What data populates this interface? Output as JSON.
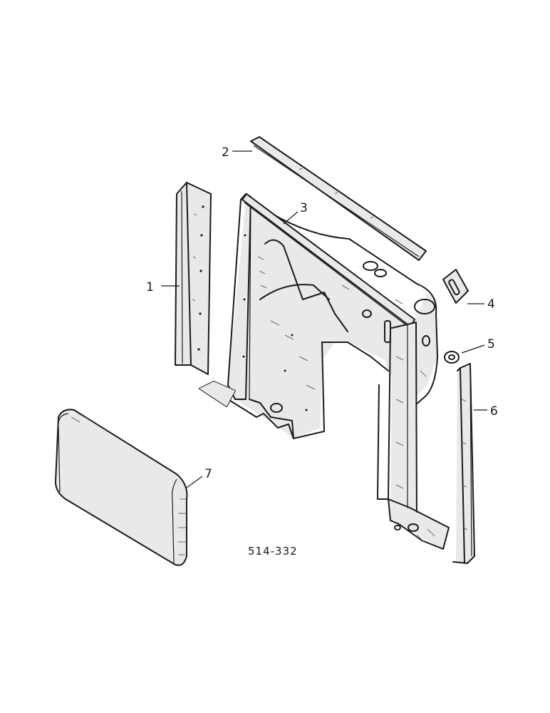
{
  "figure": {
    "reference": "514-332",
    "callouts": [
      {
        "id": "1",
        "label": "1"
      },
      {
        "id": "2",
        "label": "2"
      },
      {
        "id": "3",
        "label": "3"
      },
      {
        "id": "4",
        "label": "4"
      },
      {
        "id": "5",
        "label": "5"
      },
      {
        "id": "6",
        "label": "6"
      },
      {
        "id": "7",
        "label": "7"
      }
    ]
  },
  "colors": {
    "ink": "#1a1a1a",
    "shade": "#e9e9e9",
    "background": "#ffffff"
  }
}
